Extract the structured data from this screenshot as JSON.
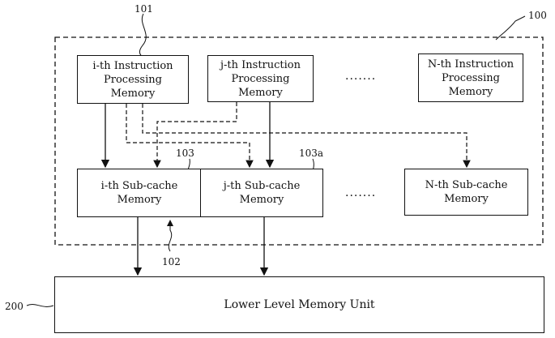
{
  "labels": {
    "system": "100",
    "instr_i_ref": "101",
    "lower_shared_ref": "102",
    "subcache_i_ref": "103",
    "subcache_j_ref": "103a",
    "lower_ref": "200"
  },
  "boxes": {
    "instr_i": "i-th Instruction\nProcessing\nMemory",
    "instr_j": "j-th Instruction\nProcessing\nMemory",
    "instr_n": "N-th Instruction\nProcessing\nMemory",
    "sub_i": "i-th Sub-cache\nMemory",
    "sub_j": "j-th Sub-cache\nMemory",
    "sub_n": "N-th Sub-cache\nMemory",
    "lower": "Lower Level Memory Unit"
  },
  "ellipsis": {
    "top": ".......",
    "middle": "......."
  }
}
